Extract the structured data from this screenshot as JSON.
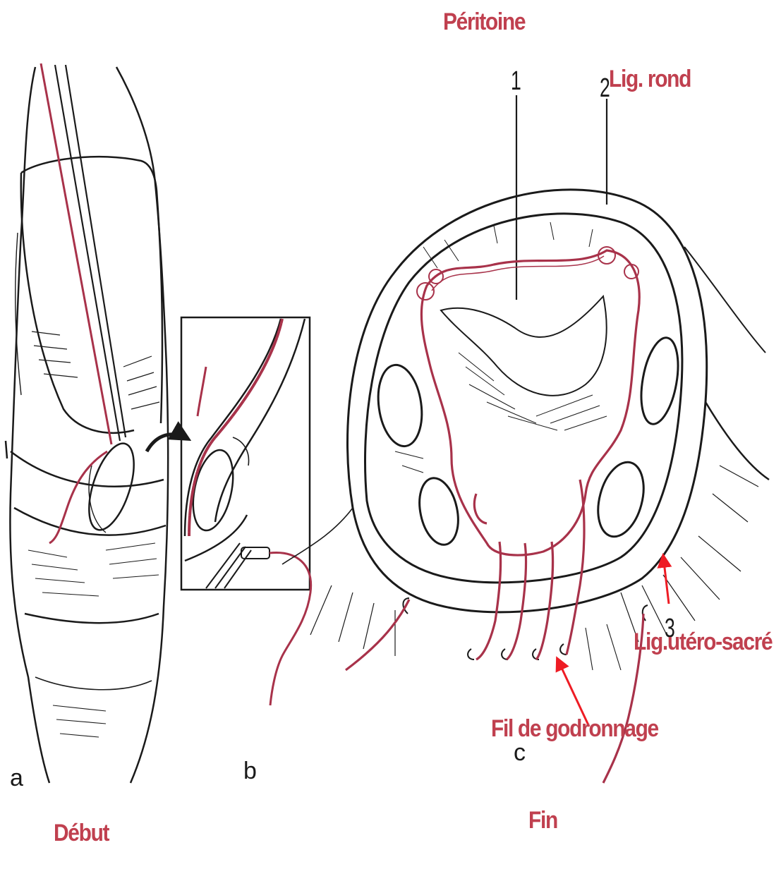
{
  "labels": {
    "peritoine": "Péritoine",
    "lig_rond": "Lig. rond",
    "lig_utero_sacre": "Lig.utéro-sacré",
    "fil_godronnage": "Fil de godronnage",
    "debut": "Début",
    "fin": "Fin"
  },
  "panels": {
    "a": "a",
    "b": "b",
    "c": "c"
  },
  "numbers": {
    "n1": "1",
    "n2": "2",
    "n3": "3"
  },
  "colors": {
    "label": "#c0404f",
    "suture": "#a8324a",
    "ink": "#1a1a1a",
    "arrow": "#ee1c24"
  }
}
